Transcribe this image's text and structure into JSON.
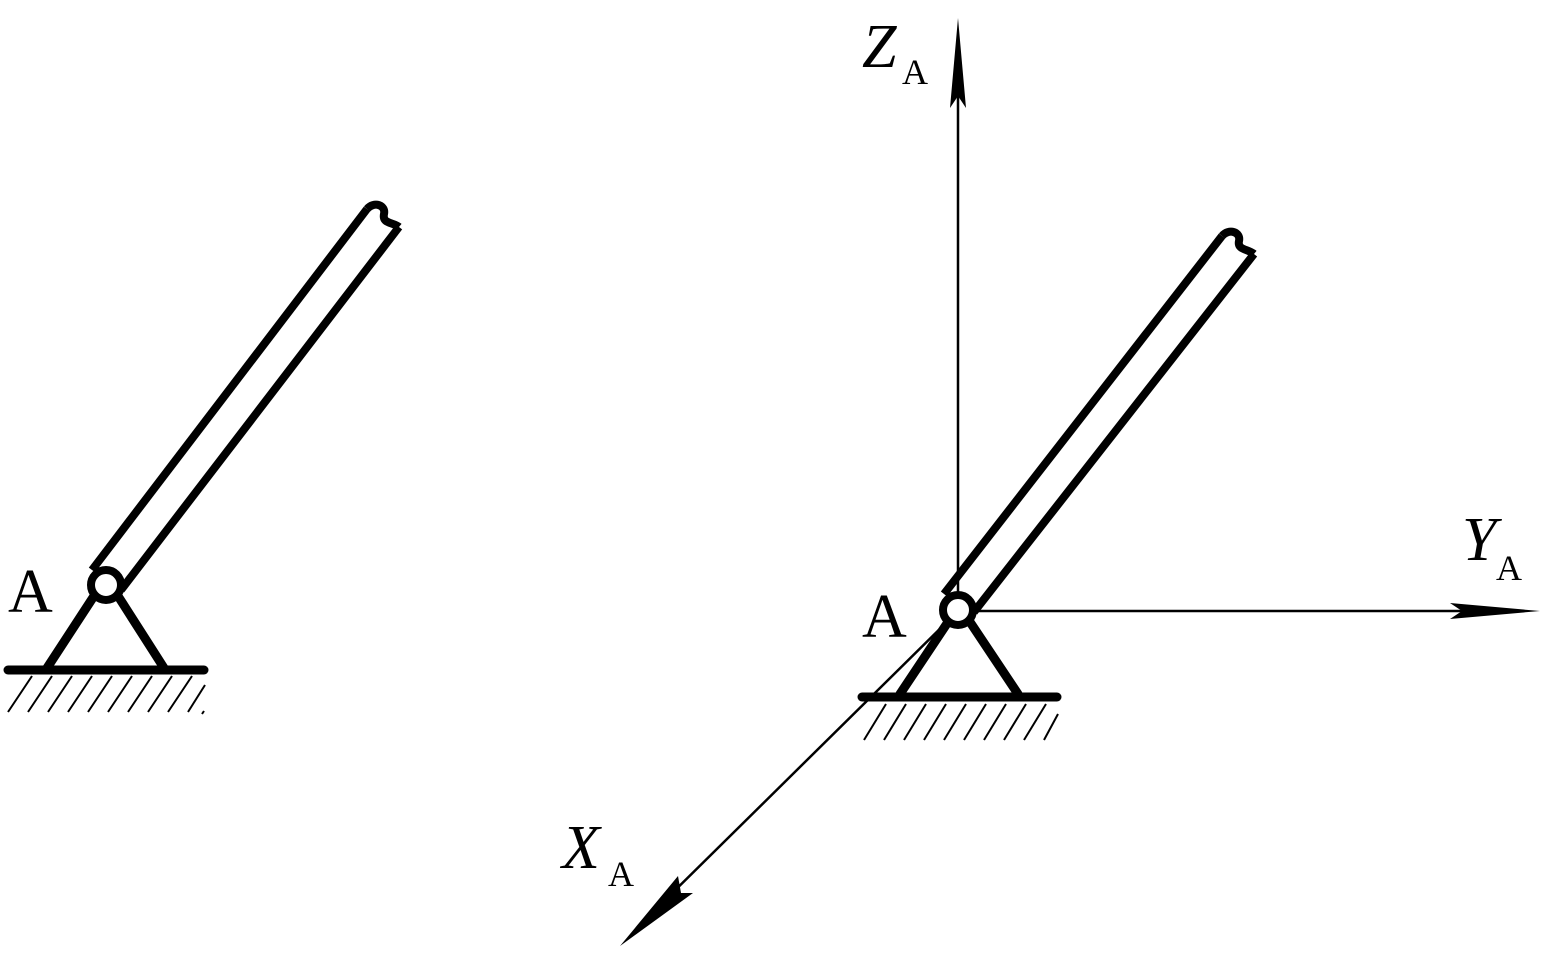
{
  "left_figure": {
    "point_label": "A"
  },
  "right_figure": {
    "point_label": "A",
    "axes": {
      "z": {
        "main": "Z",
        "sub": "A"
      },
      "y": {
        "main": "Y",
        "sub": "A"
      },
      "x": {
        "main": "X",
        "sub": "A"
      }
    }
  }
}
